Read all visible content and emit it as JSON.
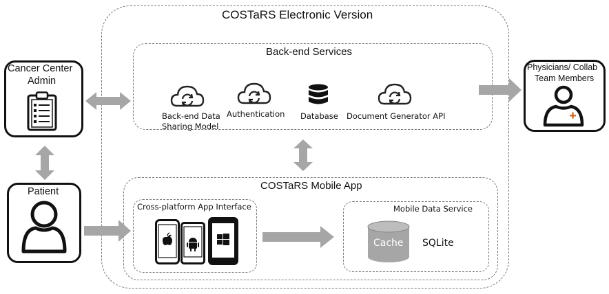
{
  "outer": {
    "title": "COSTaRS Electronic Version"
  },
  "backend": {
    "title": "Back-end Services",
    "items": [
      {
        "label": "Back-end Data Sharing Model",
        "line1": "Back-end Data",
        "line2": "Sharing Model",
        "icon": "cloud-sync-icon"
      },
      {
        "label": "Authentication",
        "icon": "cloud-sync-icon"
      },
      {
        "label": "Database",
        "icon": "database-icon"
      },
      {
        "label": "Document Generator API",
        "icon": "cloud-sync-icon"
      }
    ]
  },
  "mobile": {
    "title": "COSTaRS Mobile App",
    "interface": {
      "title": "Cross-platform App Interface",
      "devices": [
        "apple-phone",
        "android-phone",
        "windows-phone"
      ]
    },
    "data_service": {
      "title": "Mobile Data Service",
      "cache_label": "Cache",
      "sqlite_label": "SQLite"
    }
  },
  "actors": {
    "admin": {
      "line1": "Cancer Center",
      "line2": "Admin",
      "icon": "clipboard-icon"
    },
    "patient": {
      "label": "Patient",
      "icon": "person-icon"
    },
    "physicians": {
      "line1": "Physicians/ Collab",
      "line2": "Team Members",
      "icon": "physician-icon"
    }
  },
  "colors": {
    "arrow": "#a6a6a6",
    "border_dash": "#777777",
    "box_border": "#111111",
    "cache": "#a6a6a6",
    "plus": "#d2691e"
  }
}
